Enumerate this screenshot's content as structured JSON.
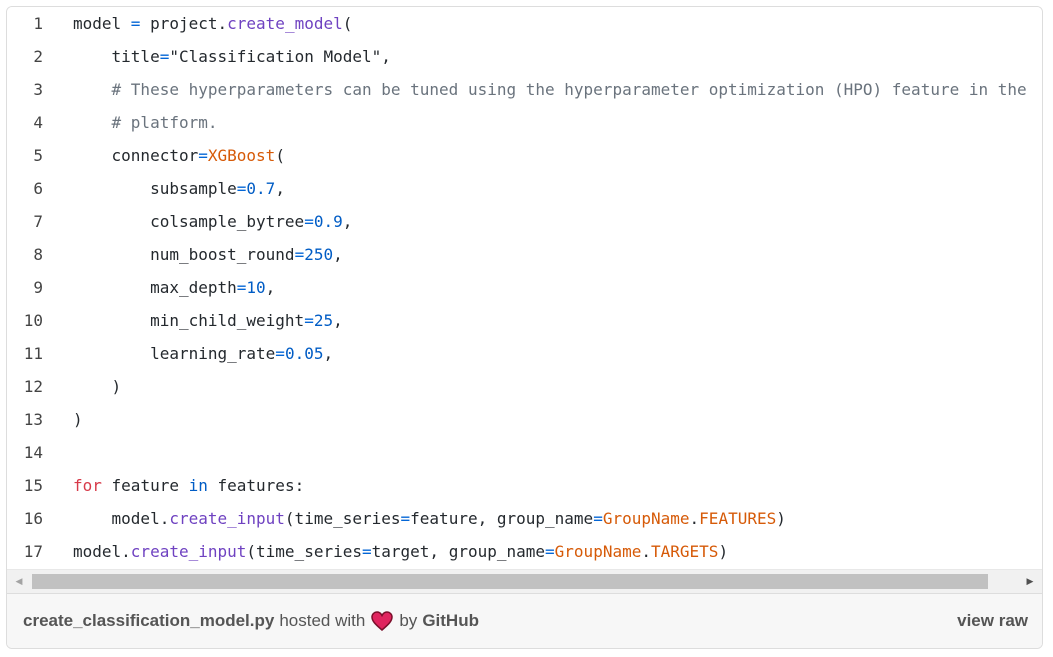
{
  "code": {
    "line_numbers": [
      "1",
      "2",
      "3",
      "4",
      "5",
      "6",
      "7",
      "8",
      "9",
      "10",
      "11",
      "12",
      "13",
      "14",
      "15",
      "16",
      "17"
    ],
    "lines": [
      [
        [
          "",
          "model "
        ],
        [
          "op",
          "="
        ],
        [
          "",
          " project."
        ],
        [
          "fn",
          "create_model"
        ],
        [
          "",
          "("
        ]
      ],
      [
        [
          "",
          "    title"
        ],
        [
          "op",
          "="
        ],
        [
          "str",
          "\"Classification Model\""
        ],
        [
          "",
          ","
        ]
      ],
      [
        [
          "com",
          "    # These hyperparameters can be tuned using the hyperparameter optimization (HPO) feature in the"
        ]
      ],
      [
        [
          "com",
          "    # platform."
        ]
      ],
      [
        [
          "",
          "    connector"
        ],
        [
          "op",
          "="
        ],
        [
          "cls",
          "XGBoost"
        ],
        [
          "",
          "("
        ]
      ],
      [
        [
          "",
          "        subsample"
        ],
        [
          "op",
          "="
        ],
        [
          "num",
          "0.7"
        ],
        [
          "",
          ","
        ]
      ],
      [
        [
          "",
          "        colsample_bytree"
        ],
        [
          "op",
          "="
        ],
        [
          "num",
          "0.9"
        ],
        [
          "",
          ","
        ]
      ],
      [
        [
          "",
          "        num_boost_round"
        ],
        [
          "op",
          "="
        ],
        [
          "num",
          "250"
        ],
        [
          "",
          ","
        ]
      ],
      [
        [
          "",
          "        max_depth"
        ],
        [
          "op",
          "="
        ],
        [
          "num",
          "10"
        ],
        [
          "",
          ","
        ]
      ],
      [
        [
          "",
          "        min_child_weight"
        ],
        [
          "op",
          "="
        ],
        [
          "num",
          "25"
        ],
        [
          "",
          ","
        ]
      ],
      [
        [
          "",
          "        learning_rate"
        ],
        [
          "op",
          "="
        ],
        [
          "num",
          "0.05"
        ],
        [
          "",
          ","
        ]
      ],
      [
        [
          "",
          "    )"
        ]
      ],
      [
        [
          "",
          ")"
        ]
      ],
      [],
      [
        [
          "kw",
          "for"
        ],
        [
          "",
          " feature "
        ],
        [
          "kw2",
          "in"
        ],
        [
          "",
          " features:"
        ]
      ],
      [
        [
          "",
          "    model."
        ],
        [
          "fn",
          "create_input"
        ],
        [
          "",
          "(time_series"
        ],
        [
          "op",
          "="
        ],
        [
          "",
          "feature, group_name"
        ],
        [
          "op",
          "="
        ],
        [
          "cls",
          "GroupName"
        ],
        [
          "",
          "."
        ],
        [
          "cls",
          "FEATURES"
        ],
        [
          "",
          ")"
        ]
      ],
      [
        [
          "",
          "model."
        ],
        [
          "fn",
          "create_input"
        ],
        [
          "",
          "(time_series"
        ],
        [
          "op",
          "="
        ],
        [
          "",
          "target, group_name"
        ],
        [
          "op",
          "="
        ],
        [
          "cls",
          "GroupName"
        ],
        [
          "",
          "."
        ],
        [
          "cls",
          "TARGETS"
        ],
        [
          "",
          ")"
        ]
      ]
    ]
  },
  "scrollbar": {
    "left_arrow": "◀",
    "right_arrow": "▶",
    "position_fraction": 0.0,
    "visible_fraction": 0.94
  },
  "footer": {
    "filename": "create_classification_model.py",
    "hosted_with": "hosted with",
    "heart_icon": "heart-icon",
    "by": "by",
    "github": "GitHub",
    "view_raw": "view raw"
  },
  "colors": {
    "function": "#6f42c1",
    "comment": "#6a737d",
    "operator": "#0366d6",
    "class": "#d65a08",
    "number": "#005cc5",
    "keyword": "#d73a49",
    "heart": "#e0245e"
  }
}
